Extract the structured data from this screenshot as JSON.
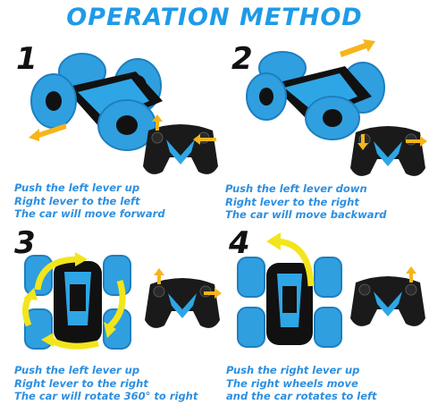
{
  "title": "OPERATION METHOD",
  "colors": {
    "accent": "#1e9be8",
    "car_body": "#2ea6e6",
    "tire": "#2f9fe0",
    "arrow": "#f5b51b",
    "rotation_arrow": "#f3e51c",
    "controller": "#1a1a1a"
  },
  "steps": [
    {
      "number": "1",
      "lines": [
        "Push the left lever up",
        "Right lever to the left",
        "The car will move forward"
      ]
    },
    {
      "number": "2",
      "lines": [
        "Push the left lever down",
        "Right lever to the right",
        "The car will move backward"
      ]
    },
    {
      "number": "3",
      "lines": [
        "Push the left lever up",
        "Right lever to the right",
        "The car will rotate 360° to right"
      ]
    },
    {
      "number": "4",
      "lines": [
        "Push the right lever up",
        "The right wheels move",
        "and the car rotates to left"
      ]
    }
  ]
}
